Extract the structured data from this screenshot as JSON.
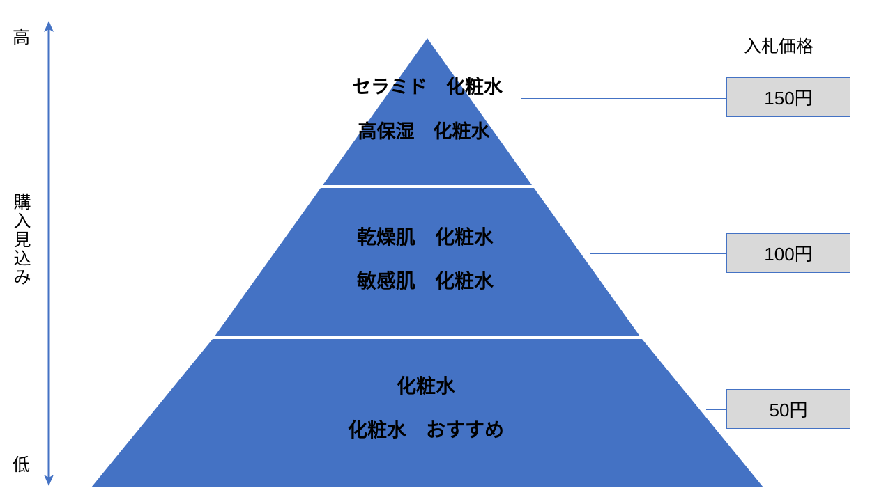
{
  "axis": {
    "name": "purchase-intent-axis",
    "top_label": "高",
    "bottom_label": "低",
    "middle_label_chars": [
      "購",
      "入",
      "見",
      "込",
      "み"
    ],
    "middle_label": "購入見込み",
    "color": "#4472C4",
    "direction": "double-headed-vertical"
  },
  "pyramid": {
    "fill_color": "#4472C4",
    "divider_color": "#FFFFFF",
    "tiers": [
      {
        "id": "tier-top",
        "level": 1,
        "keywords": [
          "セラミド　化粧水",
          "高保湿　化粧水"
        ],
        "price": "150円"
      },
      {
        "id": "tier-middle",
        "level": 2,
        "keywords": [
          "乾燥肌　化粧水",
          "敏感肌　化粧水"
        ],
        "price": "100円"
      },
      {
        "id": "tier-bottom",
        "level": 3,
        "keywords": [
          "化粧水",
          "化粧水　おすすめ"
        ],
        "price": "50円"
      }
    ]
  },
  "price_column": {
    "header": "入札価格",
    "boxes": [
      {
        "id": "price-150",
        "value": "150円",
        "fill": "#D9D9D9",
        "border": "#4472C4"
      },
      {
        "id": "price-100",
        "value": "100円",
        "fill": "#D9D9D9",
        "border": "#4472C4"
      },
      {
        "id": "price-50",
        "value": "50円",
        "fill": "#D9D9D9",
        "border": "#4472C4"
      }
    ]
  },
  "chart_data": {
    "type": "pyramid",
    "title": "",
    "ylabel": "購入見込み",
    "ylim_labels": [
      "低",
      "高"
    ],
    "legend_position": "right",
    "grid": false,
    "categories": [
      "セラミド　化粧水 / 高保湿　化粧水",
      "乾燥肌　化粧水 / 敏感肌　化粧水",
      "化粧水 / 化粧水　おすすめ"
    ],
    "values": [
      150,
      100,
      50
    ],
    "value_labels": [
      "150円",
      "100円",
      "50円"
    ],
    "series": [
      {
        "name": "入札価格",
        "values": [
          150,
          100,
          50
        ]
      }
    ],
    "annotations": [
      "入札価格",
      "高",
      "低",
      "購入見込み"
    ]
  }
}
